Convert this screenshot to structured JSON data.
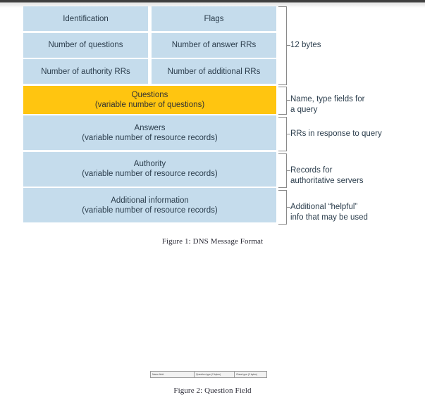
{
  "page": {
    "background": "#ffffff",
    "text_color": "#2c3e4d"
  },
  "colors": {
    "field_blue": "#c5dcec",
    "highlight_gold": "#ffc510",
    "bracket_gray": "#8a8a8a"
  },
  "figure1": {
    "caption": "Figure 1: DNS Message Format",
    "rows": [
      {
        "id": "header-row-1",
        "type": "split",
        "left": {
          "label": "Identification",
          "color": "#c5dcec"
        },
        "right": {
          "label": "Flags",
          "color": "#c5dcec"
        }
      },
      {
        "id": "header-row-2",
        "type": "split",
        "left": {
          "label": "Number of questions",
          "color": "#c5dcec"
        },
        "right": {
          "label": "Number of answer RRs",
          "color": "#c5dcec"
        }
      },
      {
        "id": "header-row-3",
        "type": "split",
        "left": {
          "label": "Number of authority RRs",
          "color": "#c5dcec"
        },
        "right": {
          "label": "Number of additional RRs",
          "color": "#c5dcec"
        }
      },
      {
        "id": "questions-section",
        "type": "full",
        "title": "Questions",
        "subtitle": "(variable number of questions)",
        "color": "#ffc510",
        "highlighted": true
      },
      {
        "id": "answers-section",
        "type": "full",
        "title": "Answers",
        "subtitle": "(variable number of resource records)",
        "color": "#c5dcec",
        "highlighted": false
      },
      {
        "id": "authority-section",
        "type": "full",
        "title": "Authority",
        "subtitle": "(variable number of resource records)",
        "color": "#c5dcec",
        "highlighted": false
      },
      {
        "id": "additional-section",
        "type": "full",
        "title": "Additional information",
        "subtitle": "(variable number of resource records)",
        "color": "#c5dcec",
        "highlighted": false
      }
    ],
    "annotations": [
      {
        "id": "annotation-header",
        "text": "12 bytes"
      },
      {
        "id": "annotation-questions",
        "text": "Name, type fields for\na query"
      },
      {
        "id": "annotation-answers",
        "text": "RRs in response to query"
      },
      {
        "id": "annotation-authority",
        "text": "Records for\nauthoritative servers"
      },
      {
        "id": "annotation-additional",
        "text": "Additional “helpful”\ninfo that may be used"
      }
    ]
  },
  "figure2": {
    "caption": "Figure 2: Question Field",
    "cells": [
      {
        "id": "name-field",
        "label": "Name field"
      },
      {
        "id": "question-type",
        "label": "Question type (2 bytes)"
      },
      {
        "id": "class-type",
        "label": "Class type (2 bytes)"
      }
    ]
  }
}
